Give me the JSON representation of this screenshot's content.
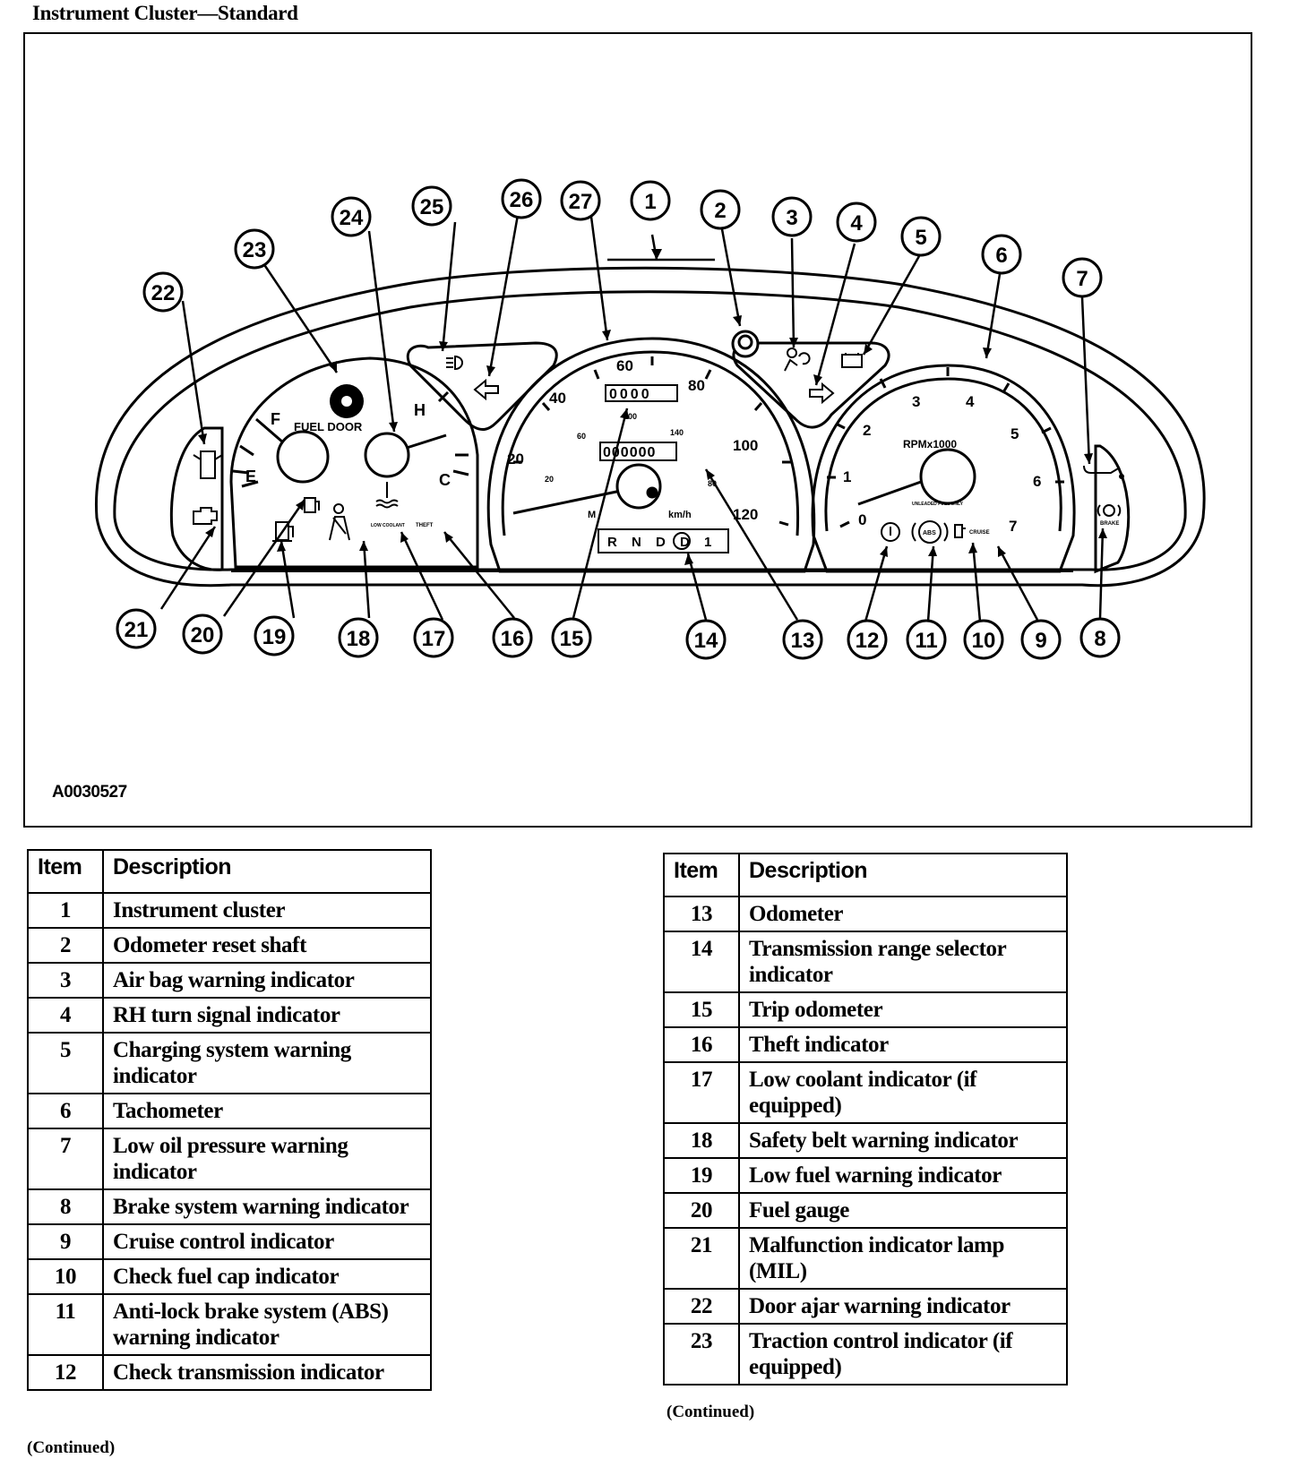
{
  "title": "Instrument Cluster—Standard",
  "figure": {
    "id": "A0030527",
    "speedometer": {
      "mph_labels": [
        "20",
        "40",
        "60",
        "80",
        "100",
        "120"
      ],
      "kmh_labels": [
        "20",
        "60",
        "100",
        "140",
        "80"
      ],
      "units_left": "M",
      "units_right": "km/h",
      "trip_digits": "0000",
      "odometer_digits": "000000"
    },
    "fuel_gauge": {
      "full": "F",
      "empty": "E",
      "label": "FUEL DOOR"
    },
    "temp_gauge": {
      "hot": "H",
      "cold": "C"
    },
    "tachometer": {
      "labels": [
        "0",
        "1",
        "2",
        "3",
        "4",
        "5",
        "6",
        "7"
      ],
      "units": "RPMx1000",
      "fuel_note": "UNLEADED FUEL ONLY"
    },
    "prnd": "R N D D 1",
    "indicator_text": {
      "low_coolant": "LOW COOLANT",
      "theft": "THEFT",
      "abs": "ABS",
      "cruise": "CRUISE",
      "brake": "BRAKE"
    },
    "callouts": [
      "1",
      "2",
      "3",
      "4",
      "5",
      "6",
      "7",
      "8",
      "9",
      "10",
      "11",
      "12",
      "13",
      "14",
      "15",
      "16",
      "17",
      "18",
      "19",
      "20",
      "21",
      "22",
      "23",
      "24",
      "25",
      "26",
      "27"
    ]
  },
  "table_left": {
    "header": {
      "item": "Item",
      "description": "Description"
    },
    "rows": [
      {
        "item": "1",
        "description": "Instrument cluster"
      },
      {
        "item": "2",
        "description": "Odometer reset shaft"
      },
      {
        "item": "3",
        "description": "Air bag warning indicator"
      },
      {
        "item": "4",
        "description": "RH turn signal indicator"
      },
      {
        "item": "5",
        "description": "Charging system warning indicator"
      },
      {
        "item": "6",
        "description": "Tachometer"
      },
      {
        "item": "7",
        "description": "Low oil pressure warning indicator"
      },
      {
        "item": "8",
        "description": "Brake system warning indicator"
      },
      {
        "item": "9",
        "description": "Cruise control indicator"
      },
      {
        "item": "10",
        "description": "Check fuel cap indicator"
      },
      {
        "item": "11",
        "description": "Anti-lock brake system (ABS) warning indicator"
      },
      {
        "item": "12",
        "description": "Check transmission indicator"
      }
    ],
    "continued": "(Continued)"
  },
  "table_right": {
    "header": {
      "item": "Item",
      "description": "Description"
    },
    "rows": [
      {
        "item": "13",
        "description": "Odometer"
      },
      {
        "item": "14",
        "description": "Transmission range selector indicator"
      },
      {
        "item": "15",
        "description": "Trip odometer"
      },
      {
        "item": "16",
        "description": "Theft indicator"
      },
      {
        "item": "17",
        "description": "Low coolant indicator (if equipped)"
      },
      {
        "item": "18",
        "description": "Safety belt warning indicator"
      },
      {
        "item": "19",
        "description": "Low fuel warning indicator"
      },
      {
        "item": "20",
        "description": "Fuel gauge"
      },
      {
        "item": "21",
        "description": "Malfunction indicator lamp (MIL)"
      },
      {
        "item": "22",
        "description": "Door ajar warning indicator"
      },
      {
        "item": "23",
        "description": "Traction control indicator (if equipped)"
      }
    ],
    "continued": "(Continued)"
  }
}
